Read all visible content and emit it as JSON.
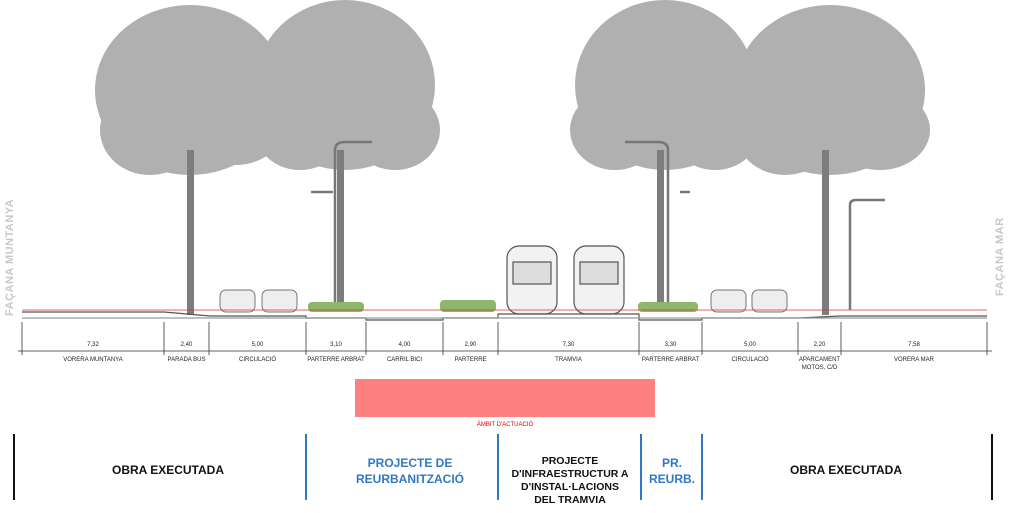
{
  "side_labels": {
    "left": "FAÇANA MUNTANYA",
    "right": "FAÇANA MAR"
  },
  "segments": [
    {
      "width": "7,32",
      "label": "VORERA   MUNTANYA"
    },
    {
      "width": "2,40",
      "label": "PARADA BUS"
    },
    {
      "width": "5,00",
      "label": "CIRCULACIÓ"
    },
    {
      "width": "3,10",
      "label": "PARTERRE ARBRAT"
    },
    {
      "width": "4,00",
      "label": "CARRIL BICI"
    },
    {
      "width": "2,90",
      "label": "PARTERRE"
    },
    {
      "width": "7,30",
      "label": "TRAMVIA"
    },
    {
      "width": "3,30",
      "label": "PARTERRE ARBRAT"
    },
    {
      "width": "5,00",
      "label": "CIRCULACIÓ"
    },
    {
      "width": "2,20",
      "label": "APARCAMENT MOTOS, C/D"
    },
    {
      "width": "7,58",
      "label": "VORERA MAR"
    }
  ],
  "ambit_label": "ÀMBIT D'ACTUACIÓ",
  "zones": [
    {
      "label": "OBRA EXECUTADA"
    },
    {
      "label": "PROJECTE DE REURBANITZACIÓ"
    },
    {
      "label": "PROJECTE D'INFRAESTRUCTUR A D'INSTAL·LACIONS DEL TRAMVIA"
    },
    {
      "label": "PR. REURB."
    },
    {
      "label": "OBRA EXECUTADA"
    }
  ],
  "colors": {
    "ambit": "#ff8080",
    "blue": "#2f78c4",
    "tree": "#9a9a9a"
  }
}
